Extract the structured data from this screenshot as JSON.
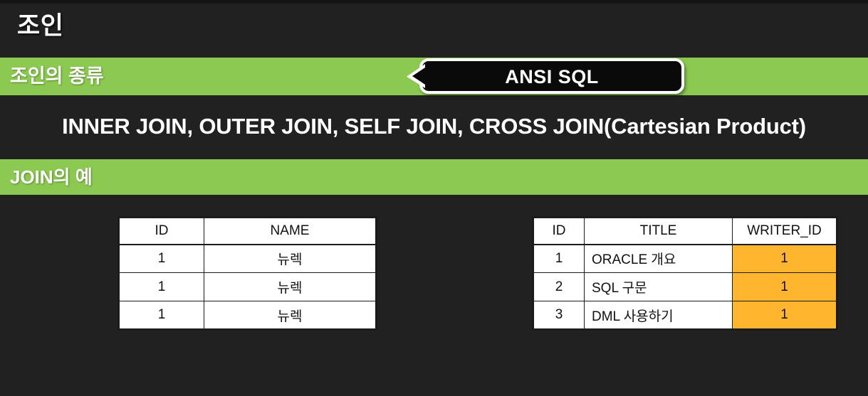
{
  "slide": {
    "title": "조인",
    "background_color": "#212121",
    "accent_green": "#8bc951",
    "highlight_orange": "#ffb62e"
  },
  "sections": [
    {
      "id": "join-types",
      "label": "조인의 종류",
      "body_text": "INNER JOIN, OUTER JOIN, SELF JOIN, CROSS JOIN(Cartesian Product)"
    },
    {
      "id": "join-example",
      "label": "JOIN의 예"
    }
  ],
  "callout": {
    "text": "ANSI SQL"
  },
  "tables": [
    {
      "id": "writer-table",
      "headers": [
        "ID",
        "NAME"
      ],
      "rows": [
        [
          "1",
          "뉴렉"
        ],
        [
          "1",
          "뉴렉"
        ],
        [
          "1",
          "뉴렉"
        ]
      ]
    },
    {
      "id": "board-table",
      "headers": [
        "ID",
        "TITLE",
        "WRITER_ID"
      ],
      "rows": [
        [
          "1",
          "ORACLE 개요",
          "1"
        ],
        [
          "2",
          "SQL 구문",
          "1"
        ],
        [
          "3",
          "DML 사용하기",
          "1"
        ]
      ]
    }
  ]
}
